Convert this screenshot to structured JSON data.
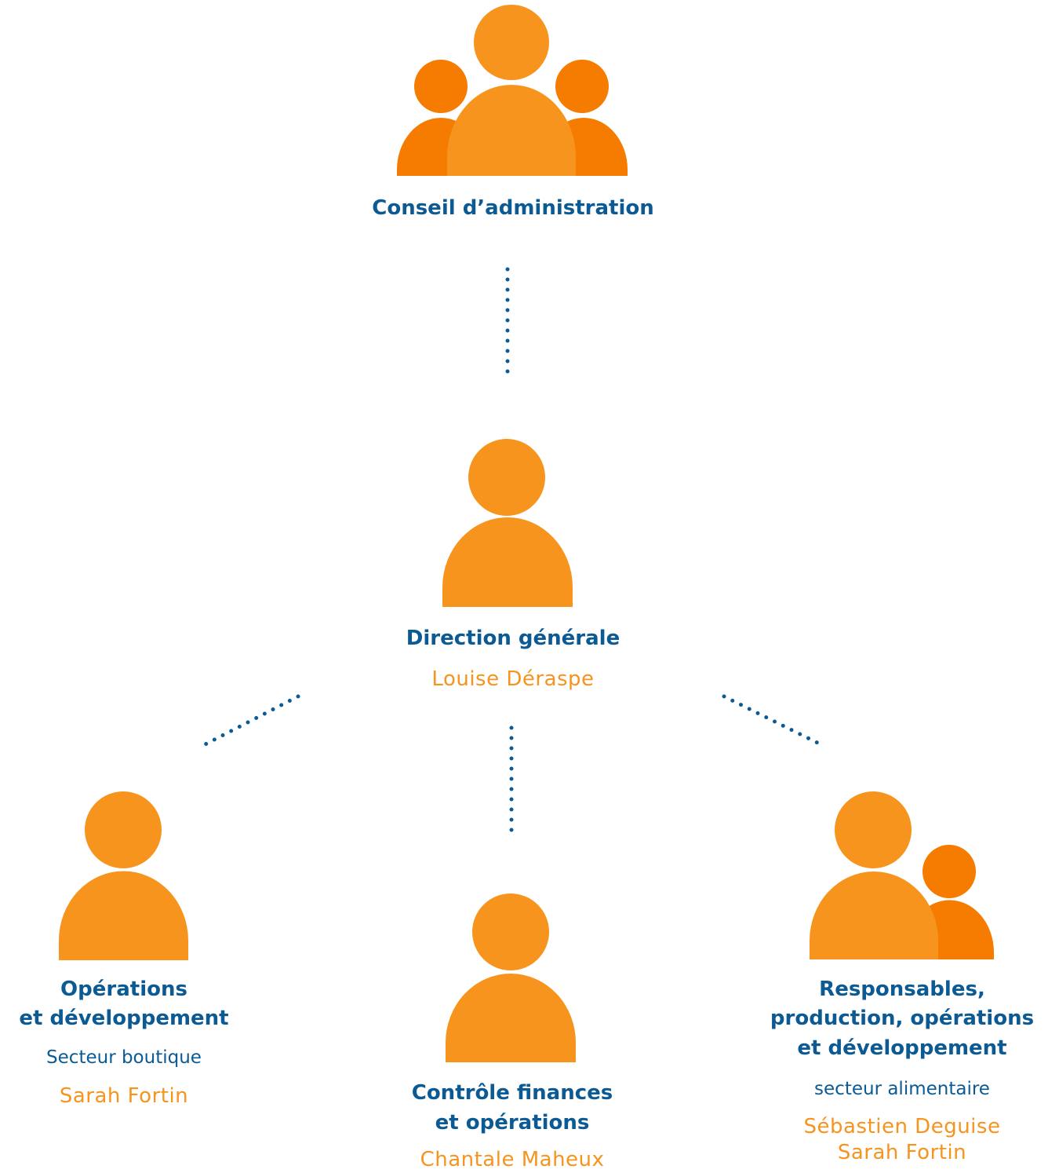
{
  "colors": {
    "accent_orange": "#f7941d",
    "dark_orange": "#f57c00",
    "connector_blue": "#0c5a93",
    "title_blue": "#0c5a93"
  },
  "nodes": {
    "board": {
      "icon": "group-of-three-people-icon",
      "title": "Conseil d’administration"
    },
    "general_management": {
      "icon": "person-icon",
      "title": "Direction générale",
      "name": "Louise Déraspe"
    },
    "operations_boutique": {
      "icon": "person-icon",
      "title_line1": "Opérations",
      "title_line2": "et développement",
      "sector": "Secteur boutique",
      "name": "Sarah Fortin"
    },
    "finance_control": {
      "icon": "person-icon",
      "title_line1": "Contrôle finances",
      "title_line2": "et opérations",
      "name": "Chantale Maheux"
    },
    "food_sector": {
      "icon": "two-people-icon",
      "title_line1": "Responsables,",
      "title_line2": "production, opérations",
      "title_line3": "et développement",
      "sector": "secteur alimentaire",
      "name_1": "Sébastien Deguise",
      "name_2": "Sarah Fortin"
    }
  }
}
